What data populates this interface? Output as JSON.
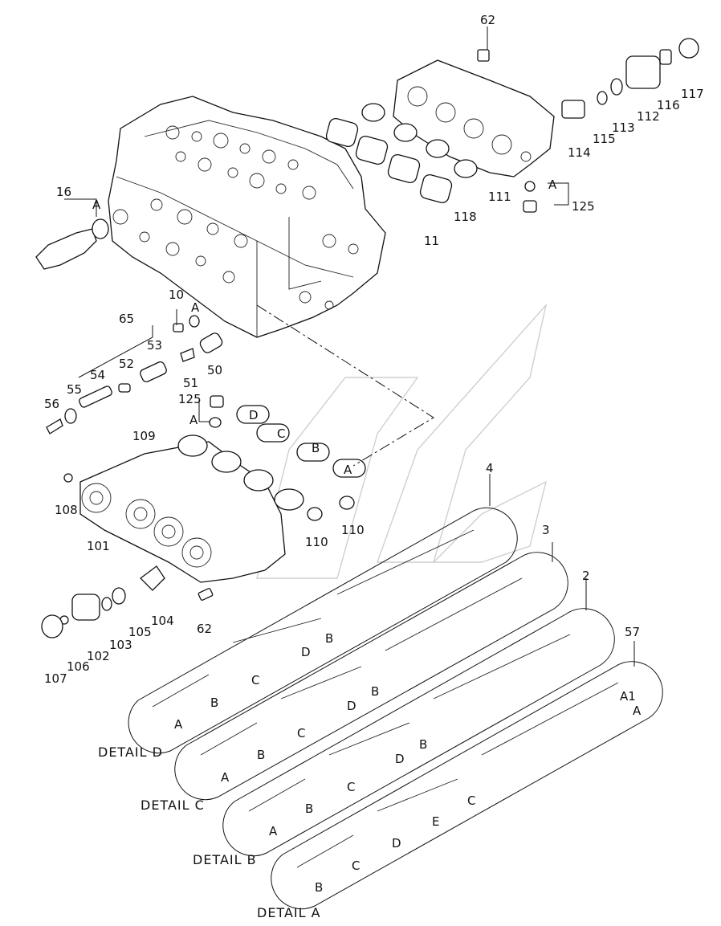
{
  "labels": {
    "p62a": "62",
    "p16": "16",
    "pA1": "A",
    "p117": "117",
    "p116": "116",
    "p112": "112",
    "p113": "113",
    "p115": "115",
    "p114": "114",
    "p111": "111",
    "p118": "118",
    "p11": "11",
    "pA2": "A",
    "p125a": "125",
    "p10": "10",
    "pA3": "A",
    "p65": "65",
    "p53": "53",
    "p52": "52",
    "p51": "51",
    "p50": "50",
    "p54": "54",
    "p55": "55",
    "p56": "56",
    "p125b": "125",
    "pA4": "A",
    "pD1": "D",
    "pC1": "C",
    "pB1": "B",
    "pA5": "A",
    "p109": "109",
    "p108": "108",
    "p101": "101",
    "p110a": "110",
    "p110b": "110",
    "p4": "4",
    "p3": "3",
    "p2": "2",
    "p57": "57",
    "pA1b": "A1",
    "pA6": "A",
    "p104": "104",
    "p105": "105",
    "p103": "103",
    "p102": "102",
    "p106": "106",
    "p107": "107",
    "p62b": "62"
  },
  "details": {
    "d": {
      "title": "DETAIL  D",
      "a": "A",
      "b1": "B",
      "b2": "B",
      "c": "C",
      "d": "D"
    },
    "c": {
      "title": "DETAIL  C",
      "a": "A",
      "b1": "B",
      "b2": "B",
      "c": "C",
      "d": "D"
    },
    "b": {
      "title": "DETAIL  B",
      "a": "A",
      "b1": "B",
      "b2": "B",
      "c": "C",
      "d": "D"
    },
    "a": {
      "title": "DETAIL  A",
      "a": "A",
      "b": "B",
      "c1": "C",
      "c2": "C",
      "d": "D",
      "e": "E"
    }
  }
}
